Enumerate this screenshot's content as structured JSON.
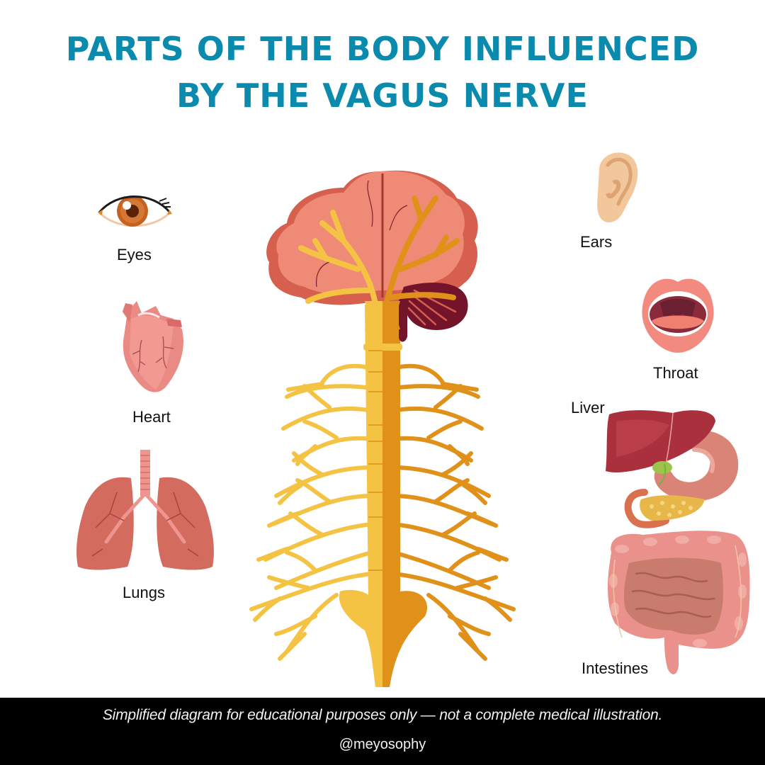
{
  "title": {
    "line1": "Parts of the body influenced",
    "line2": "by the vagus nerve",
    "color": "#0a8aad"
  },
  "center_illustration": {
    "name": "brain-and-spinal-nerves",
    "colors": {
      "brain": "#ef8a76",
      "brain_shadow": "#d6604d",
      "cerebellum": "#74142a",
      "nerve_light": "#f4c343",
      "nerve_dark": "#e0911a"
    }
  },
  "organs": [
    {
      "id": "eyes",
      "label": "Eyes",
      "icon": "eye-icon",
      "side": "left"
    },
    {
      "id": "heart",
      "label": "Heart",
      "icon": "heart-organ-icon",
      "side": "left"
    },
    {
      "id": "lungs",
      "label": "Lungs",
      "icon": "lungs-icon",
      "side": "left"
    },
    {
      "id": "ears",
      "label": "Ears",
      "icon": "ear-icon",
      "side": "right"
    },
    {
      "id": "throat",
      "label": "Throat",
      "icon": "mouth-throat-icon",
      "side": "right"
    },
    {
      "id": "liver",
      "label": "Liver",
      "icon": "liver-stomach-icon",
      "side": "right"
    },
    {
      "id": "intestines",
      "label": "Intestines",
      "icon": "intestines-icon",
      "side": "right"
    }
  ],
  "footer": {
    "disclaimer": "Simplified diagram for educational purposes only — not a complete medical illustration.",
    "handle": "@meyosophy"
  }
}
